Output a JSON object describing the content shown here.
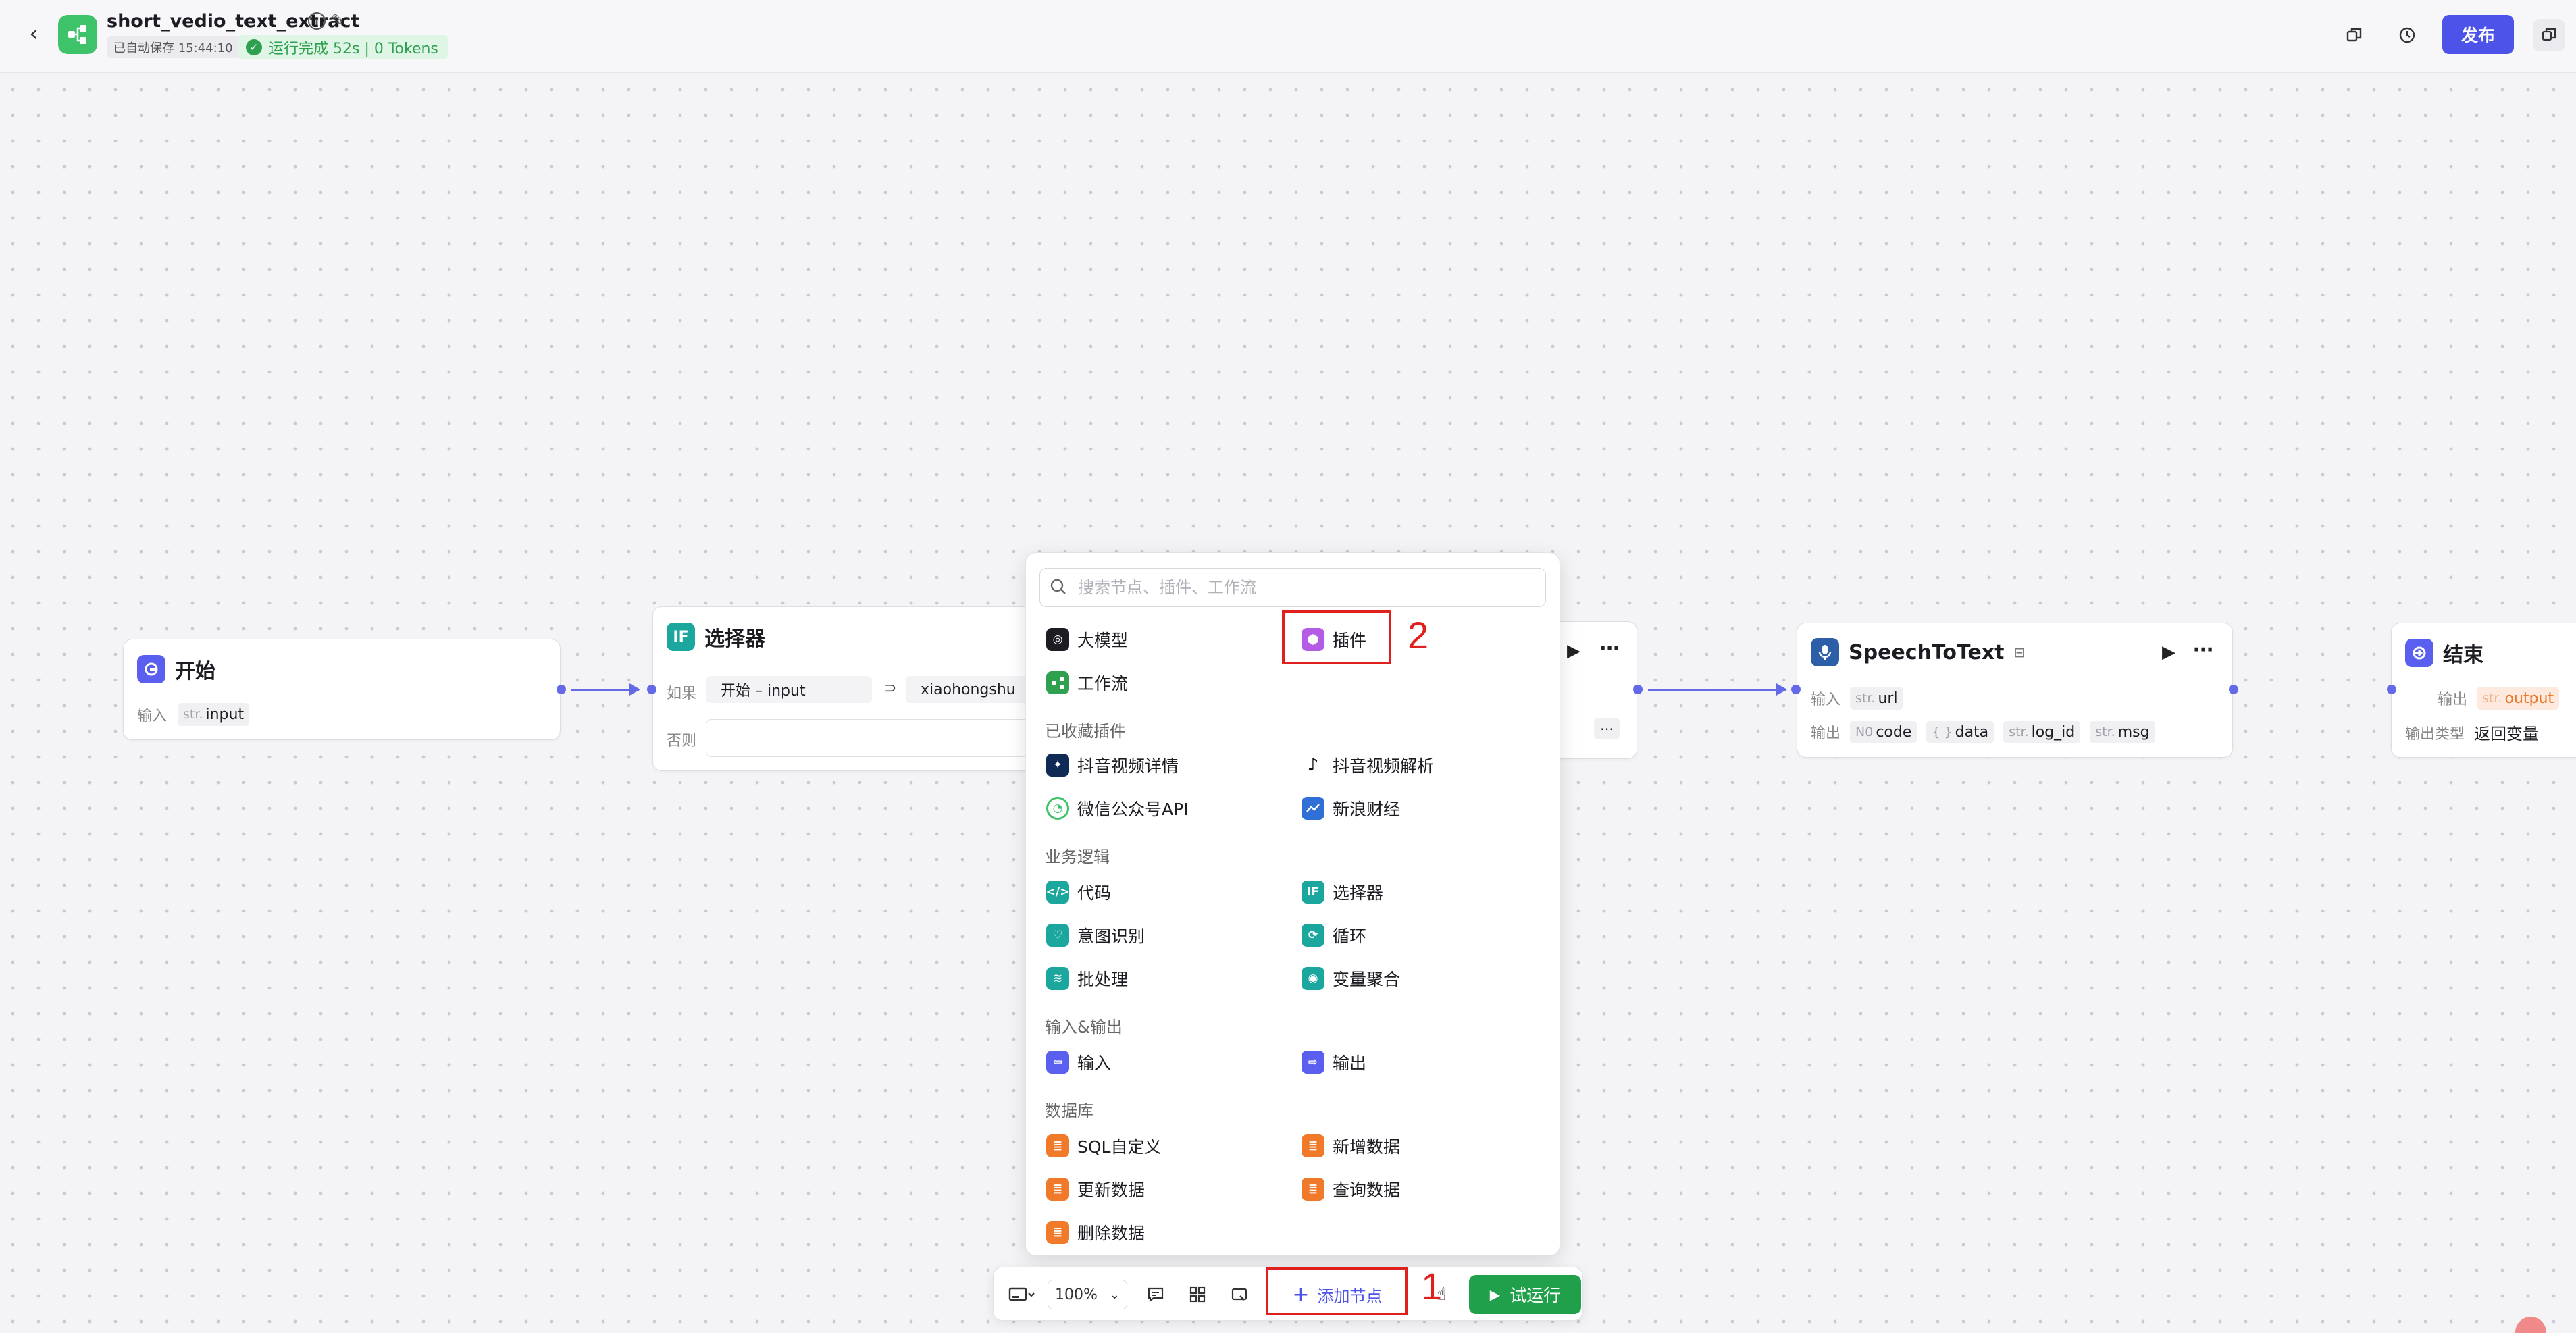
{
  "header": {
    "back": "‹",
    "title": "short_vedio_text_extract",
    "autosave": "已自动保存 15:44:10",
    "run_status": "运行完成 52s | 0 Tokens",
    "publish": "发布"
  },
  "nodes": {
    "start": {
      "title": "开始",
      "input_label": "输入",
      "input_type": "str.",
      "input_name": "input"
    },
    "selector": {
      "title": "选择器",
      "if_label": "如果",
      "cond_left": "开始  –  input",
      "cond_op": "⊃",
      "cond_right": "xiaohongshu",
      "else_label": "否则"
    },
    "speech": {
      "title": "SpeechToText",
      "input_label": "输入",
      "input_type": "str.",
      "input_name": "url",
      "output_label": "输出",
      "outputs": [
        {
          "type": "N0",
          "name": "code"
        },
        {
          "type": "{ }",
          "name": "data"
        },
        {
          "type": "str.",
          "name": "log_id"
        },
        {
          "type": "str.",
          "name": "msg"
        }
      ]
    },
    "end": {
      "title": "结束",
      "output_label": "输出",
      "output_type": "str.",
      "output_name": "output",
      "output_type_label": "输出类型",
      "output_type_value": "返回变量"
    }
  },
  "panel": {
    "search_placeholder": "搜索节点、插件、工作流",
    "top": [
      {
        "label": "大模型",
        "icon": "model-icon"
      },
      {
        "label": "插件",
        "icon": "plugin-icon"
      },
      {
        "label": "工作流",
        "icon": "workflow-icon"
      }
    ],
    "fav_title": "已收藏插件",
    "fav": [
      "抖音视频详情",
      "抖音视频解析",
      "微信公众号API",
      "新浪财经"
    ],
    "logic_title": "业务逻辑",
    "logic": [
      "代码",
      "选择器",
      "意图识别",
      "循环",
      "批处理",
      "变量聚合"
    ],
    "io_title": "输入&输出",
    "io": [
      "输入",
      "输出"
    ],
    "db_title": "数据库",
    "db": [
      "SQL自定义",
      "新增数据",
      "更新数据",
      "查询数据",
      "删除数据"
    ]
  },
  "annotations": {
    "one": "1",
    "two": "2"
  },
  "toolbar": {
    "zoom": "100%",
    "add_node": "添加节点",
    "test_run": "试运行"
  },
  "colors": {
    "accent": "#4d53e8",
    "success": "#21a04c",
    "highlight": "#e0201c"
  }
}
